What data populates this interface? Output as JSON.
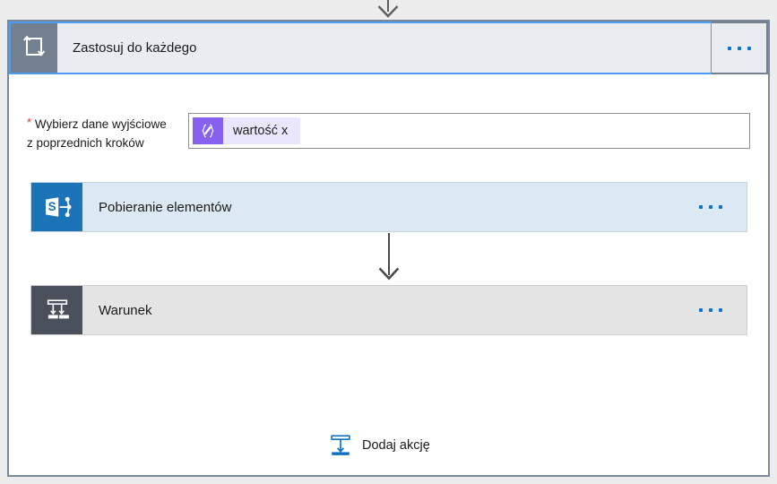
{
  "canvas": {
    "top_connector_icon": "arrow-down-icon"
  },
  "scope": {
    "icon": "loop-repeat-icon",
    "title": "Zastosuj do każdego",
    "menu_icon": "ellipsis-icon",
    "parameter": {
      "required_marker": "*",
      "label_line1": "Wybierz dane wyjściowe",
      "label_line2": "z poprzednich kroków",
      "token": {
        "icon": "expression-braces-icon",
        "text": "wartość x"
      }
    }
  },
  "actions": [
    {
      "id": "sharepoint-get-items",
      "icon": "sharepoint-icon",
      "title": "Pobieranie elementów",
      "menu_icon": "ellipsis-icon",
      "accent": "#1b73b8",
      "background": "#dce9f4"
    },
    {
      "id": "condition",
      "icon": "condition-branch-icon",
      "title": "Warunek",
      "menu_icon": "ellipsis-icon",
      "accent": "#4a505c",
      "background": "#e4e4e4"
    }
  ],
  "connector": {
    "icon": "arrow-down-icon"
  },
  "add_action": {
    "icon": "insert-step-icon",
    "label": "Dodaj akcję",
    "color": "#0b6fc4"
  }
}
